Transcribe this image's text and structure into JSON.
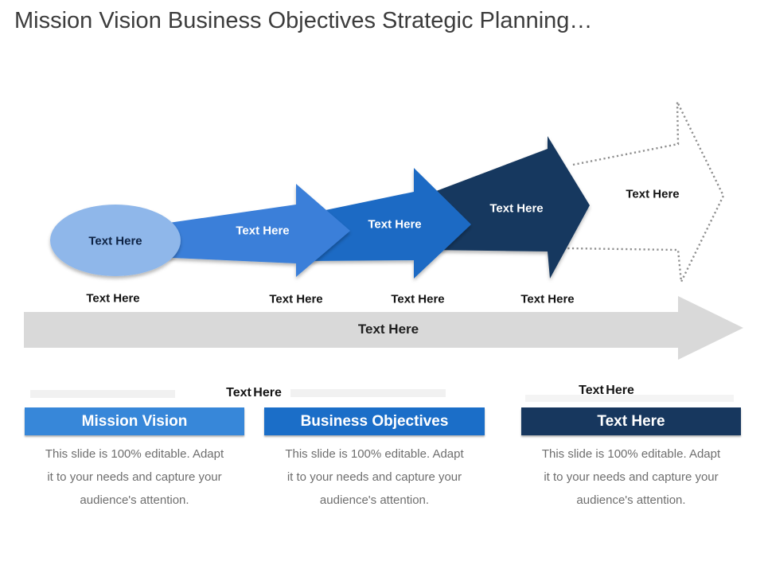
{
  "title": "Mission Vision Business Objectives Strategic Planning…",
  "palette": {
    "arrow1": "#3A7FD9",
    "arrow2": "#1E6BC4",
    "arrow3": "#17375E",
    "ellipse": "#8FB7EA",
    "baseline": "#D9D9D9",
    "dotted-stroke": "#8F8F8F",
    "card1": "#3787D9",
    "card2": "#1B6EC8",
    "card3": "#17375E",
    "desc-text": "#6E6E6E",
    "label-text": "#141414",
    "title-text": "#3C3C3C"
  },
  "diagram": {
    "ellipse": {
      "label": "Text Here"
    },
    "arrows": [
      {
        "label": "Text Here"
      },
      {
        "label": "Text Here"
      },
      {
        "label": "Text Here"
      },
      {
        "label": "Text Here"
      }
    ],
    "step_labels": [
      "Text Here",
      "Text Here",
      "Text Here",
      "Text Here"
    ],
    "baseline_arrow": {
      "label": "Text Here"
    }
  },
  "cards_section": {
    "floating_labels": [
      "Text Here",
      "Text Here"
    ],
    "cards": [
      {
        "header": "Mission Vision",
        "desc_lines": [
          "This slide is 100% editable. Adapt",
          "it to your needs and capture your",
          "audience's attention."
        ]
      },
      {
        "header": "Business Objectives",
        "desc_lines": [
          "This slide is 100% editable. Adapt",
          "it to your needs and capture your",
          "audience's attention."
        ]
      },
      {
        "header": "Text Here",
        "desc_lines": [
          "This slide is 100% editable. Adapt",
          "it to your needs and capture your",
          "audience's attention."
        ]
      }
    ]
  }
}
